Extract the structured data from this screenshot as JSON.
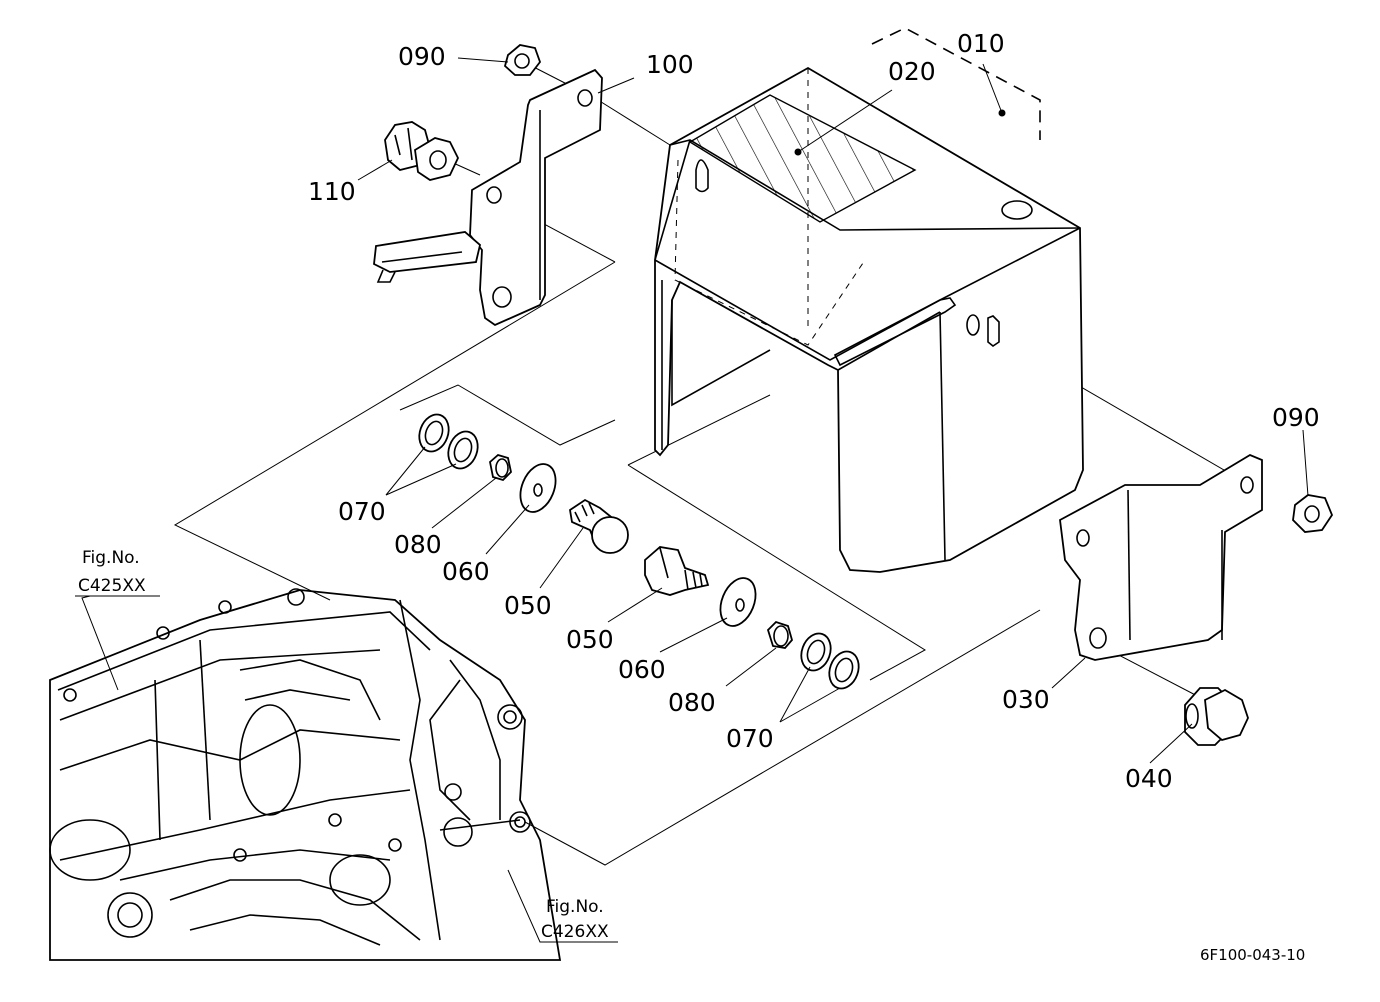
{
  "callouts": {
    "p010": "010",
    "p020": "020",
    "p030": "030",
    "p040": "040",
    "p050a": "050",
    "p050b": "050",
    "p060a": "060",
    "p060b": "060",
    "p070a": "070",
    "p070b": "070",
    "p080a": "080",
    "p080b": "080",
    "p090a": "090",
    "p090b": "090",
    "p100": "100",
    "p110": "110"
  },
  "figure_refs": {
    "left": {
      "label": "Fig.No.",
      "code": "C425XX"
    },
    "bottom": {
      "label": "Fig.No.",
      "code": "C426XX"
    }
  },
  "drawing_number": "6F100-043-10"
}
